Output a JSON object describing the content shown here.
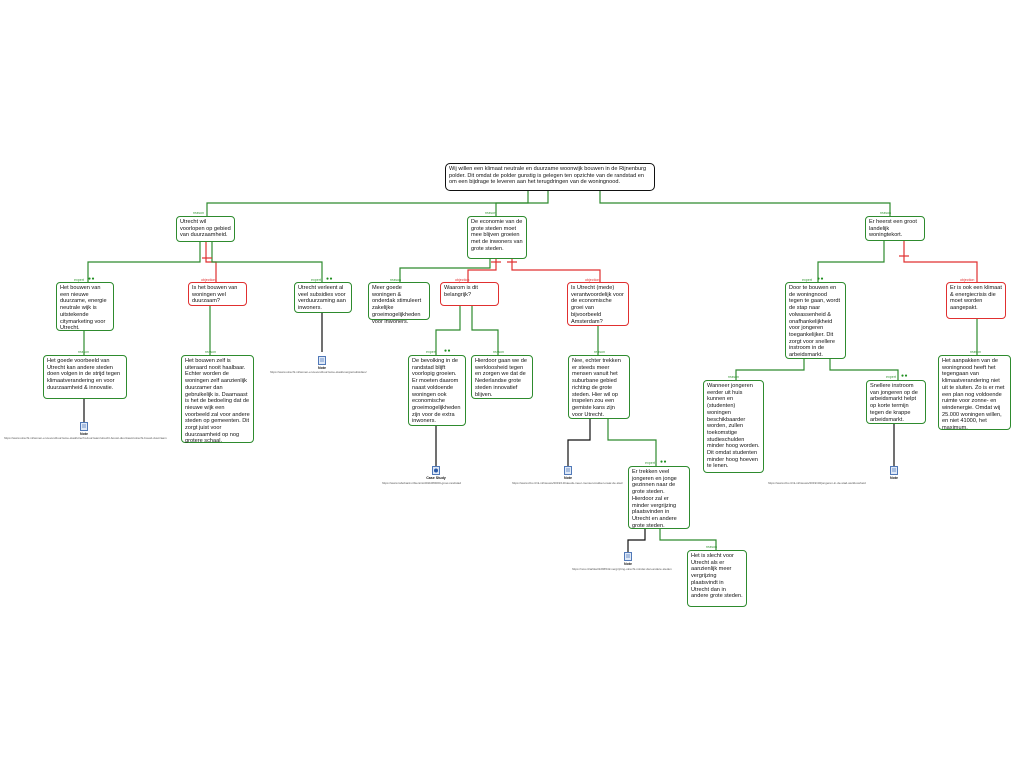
{
  "root": {
    "text": "Wij willen een klimaat neutrale en duurzame woonwijk bouwen in de Rijnenburg polder. Dit omdat de polder gunstig is gelegen ten opzichte van de randstad en om een bijdrage te leveren aan het terugdringen van de woningnood."
  },
  "nodes": [
    {
      "id": "n1",
      "kind": "pro",
      "tag": "reason",
      "text": "Utrecht wil voorlopen op gebied van duurzaamheid.",
      "dots": ""
    },
    {
      "id": "n2",
      "kind": "pro",
      "tag": "reason",
      "text": "De economie van de grote steden moet mee blijven groeien met de inwoners van grote steden.",
      "dots": ""
    },
    {
      "id": "n3",
      "kind": "pro",
      "tag": "reason",
      "text": "Er heerst een groot landelijk woningtekort.",
      "dots": ""
    },
    {
      "id": "n4",
      "kind": "pro",
      "tag": "expert",
      "text": "Het bouwen van een nieuwe duurzame, energie neutrale wijk is uitstekende citymarketing voor Utrecht.",
      "dots": "●●"
    },
    {
      "id": "n5",
      "kind": "con",
      "tag": "objection",
      "text": "Is het bouwen van woningen wel duurzaam?",
      "dots": ""
    },
    {
      "id": "n6",
      "kind": "pro",
      "tag": "expert",
      "text": "Utrecht verleent al veel subsidies voor verduurzaming aan inwoners.",
      "dots": "●●"
    },
    {
      "id": "n7",
      "kind": "pro",
      "tag": "reason",
      "text": "Meer goede woningen & onderdak stimuleert zakelijke groeimogelijkheden voor inwoners.",
      "dots": ""
    },
    {
      "id": "n8",
      "kind": "con",
      "tag": "objection",
      "text": "Waarom is dit belangrijk?",
      "dots": ""
    },
    {
      "id": "n9",
      "kind": "con",
      "tag": "objection",
      "text": "Is Utrecht (mede) verantwoordelijk voor de economische groei van bijvoorbeeld Amsterdam?",
      "dots": ""
    },
    {
      "id": "n10",
      "kind": "pro",
      "tag": "expert",
      "text": "Door te bouwen en de woningnood tegen te gaan, wordt de stap naar volwassenheid & onafhankelijkheid voor jongeren toegankelijker. Dit zorgt voor snellere instroom in de arbeidsmarkt.",
      "dots": "●●"
    },
    {
      "id": "n11",
      "kind": "con",
      "tag": "objection",
      "text": "Er is ook een klimaat & energiecrisis die moet worden aangepakt.",
      "dots": ""
    },
    {
      "id": "n12",
      "kind": "pro",
      "tag": "reason",
      "text": "Het goede voorbeeld van Utrecht kan andere steden doen volgen in de strijd tegen klimaatverandering en voor duurzaamheid & innovatie.",
      "dots": ""
    },
    {
      "id": "n13",
      "kind": "pro",
      "tag": "reason",
      "text": "Het bouwen zelf is uiteraard nooit haalbaar. Echter worden de woningen zelf aanzienlijk duurzamer dan gebruikelijk is. Daarnaast is het de bedoeling dat de nieuwe wijk een voorbeeld zal voor andere steden op gemeenten. Dit zorgt juist voor duurzaamheid op nog grotere schaal.",
      "dots": ""
    },
    {
      "id": "n14",
      "kind": "pro",
      "tag": "expert",
      "text": "De bevolking in de randstad blijft voorlopig groeien. Er moeten daarom naast voldoende woningen ook economische groeimogelijkheden zijn voor de extra inwoners.",
      "dots": "●●"
    },
    {
      "id": "n15",
      "kind": "pro",
      "tag": "reason",
      "text": "Hierdoor gaan we de werkloosheid tegen en zorgen we dat de Nederlandse grote steden innovatief blijven.",
      "dots": ""
    },
    {
      "id": "n16",
      "kind": "pro",
      "tag": "reason",
      "text": "Nee, echter trekken er steeds meer mensen vanuit het suburbane gebied richting de grote steden. Hier wil op inspelen zou een gemiste kans zijn voor Utrecht.",
      "dots": ""
    },
    {
      "id": "n17",
      "kind": "pro",
      "tag": "reason",
      "text": "Wanneer jongeren eerder uit huis kunnen en (studenten) woningen beschikbaarder worden, zullen toekomstige studieschulden minder hoog worden. Dit omdat studenten minder hoog hoeven te lenen.",
      "dots": ""
    },
    {
      "id": "n18",
      "kind": "pro",
      "tag": "expert",
      "text": "Snellere instroom van jongeren op de arbeidsmarkt helpt op korte termijn tegen de krappe arbeidsmarkt.",
      "dots": "●●"
    },
    {
      "id": "n19",
      "kind": "pro",
      "tag": "reason",
      "text": "Het aanpakken van de woningnood heeft het tegengaan van klimaatverandering niet uit te sluiten. Zo is er met een plan nog voldoende ruimte voor zonne- en windenergie. Omdat wij 25.000 woningen willen, en niet 41000, het maximum.",
      "dots": ""
    },
    {
      "id": "n20",
      "kind": "pro",
      "tag": "expert",
      "text": "Er trekken veel jongeren en jonge gezinnen naar de grote steden. Hierdoor zal er minder vergrijzing plaatsvinden in Utrecht en andere grote steden.",
      "dots": "●●"
    },
    {
      "id": "n21",
      "kind": "pro",
      "tag": "reason",
      "text": "Het is slecht voor Utrecht als er aanzienlijk meer vergrijzing plaatsvindt in Utrecht dan in andere grote steden.",
      "dots": ""
    }
  ],
  "evidence": [
    {
      "id": "e1",
      "label": "Note",
      "url": "https://www.utrecht.nl/wonen-en-leven/duurzame-stad/utrecht-duurzaam/utrecht-bouwt-duurzaam/utrecht-bouwt-duurzaam"
    },
    {
      "id": "e2",
      "label": "Note",
      "url": "https://www.utrecht.nl/wonen-en-leven/duurzame-stad/energie/subsidies/"
    },
    {
      "id": "e3",
      "label": "Case Study",
      "url": "https://www.rabobank.nl/kennis/d011080000-groei-randstad"
    },
    {
      "id": "e4",
      "label": "Note",
      "url": "https://www.cbs.nl/nl-nl/nieuws/2019/13/steeds-meer-mensen-trekken-naar-de-stad"
    },
    {
      "id": "e5",
      "label": "Note",
      "url": "https://www.cbs.nl/nl-nl/nieuws/2019/40/jongeren-in-de-stad-werkloosheid"
    },
    {
      "id": "e6",
      "label": "Note",
      "url": "https://nos.nl/artikel/2296542-vergrijzing-utrecht-minder-dan-andere-steden"
    }
  ]
}
